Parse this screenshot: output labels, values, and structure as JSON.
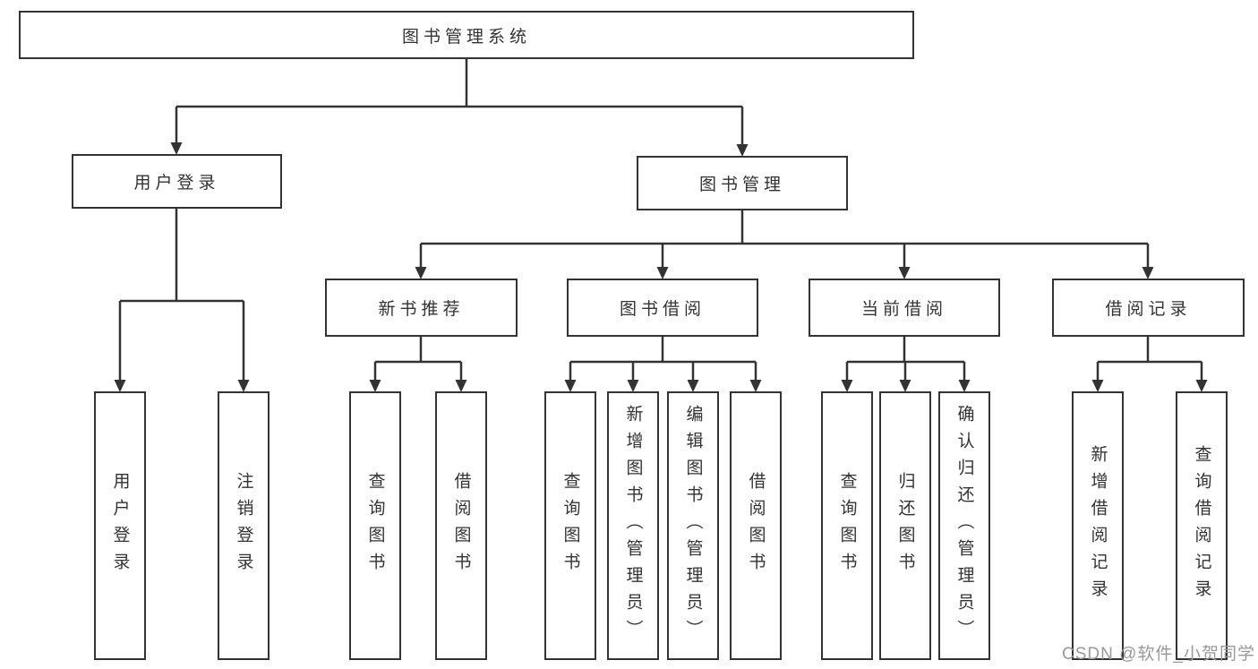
{
  "tree": {
    "label": "图书管理系统",
    "children": [
      {
        "label": "用户登录",
        "children": [
          {
            "label": "用户登录"
          },
          {
            "label": "注销登录"
          }
        ]
      },
      {
        "label": "图书管理",
        "children": [
          {
            "label": "新书推荐",
            "children": [
              {
                "label": "查询图书"
              },
              {
                "label": "借阅图书"
              }
            ]
          },
          {
            "label": "图书借阅",
            "children": [
              {
                "label": "查询图书"
              },
              {
                "label": "新增图书（管理员）"
              },
              {
                "label": "编辑图书（管理员）"
              },
              {
                "label": "借阅图书"
              }
            ]
          },
          {
            "label": "当前借阅",
            "children": [
              {
                "label": "查询图书"
              },
              {
                "label": "归还图书"
              },
              {
                "label": "确认归还（管理员）"
              }
            ]
          },
          {
            "label": "借阅记录",
            "children": [
              {
                "label": "新增借阅记录"
              },
              {
                "label": "查询借阅记录"
              }
            ]
          }
        ]
      }
    ]
  },
  "watermark": {
    "text": "CSDN @软件_小贺同学"
  },
  "colors": {
    "line": "#333333",
    "box_border": "#333333",
    "text": "#333333",
    "watermark": "#999999",
    "background": "#ffffff"
  }
}
